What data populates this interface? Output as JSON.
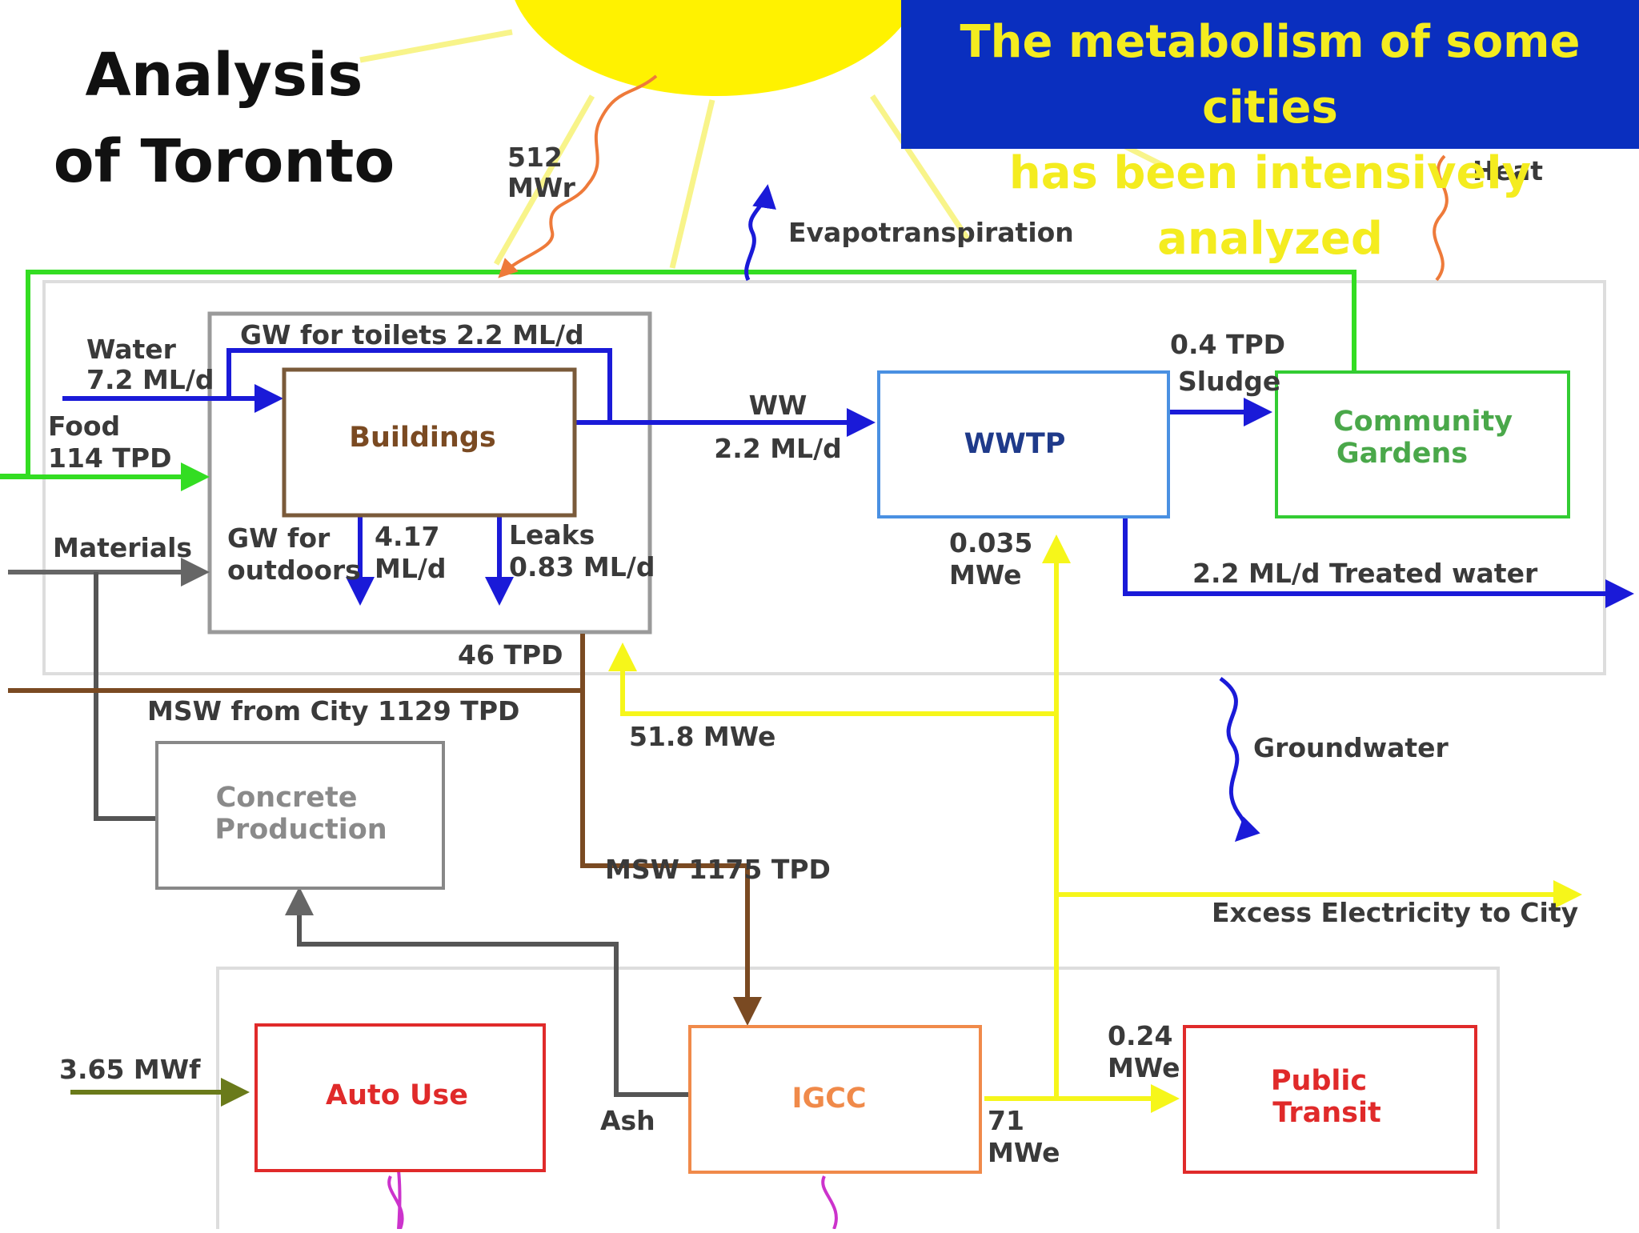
{
  "title": {
    "line1": "Analysis",
    "line2": "of Toronto"
  },
  "banner": {
    "line1": "The metabolism of some cities",
    "line2": "has been intensively analyzed"
  },
  "colors": {
    "banner_bg": "#0a2fbf",
    "banner_text": "#f4ec1f",
    "sun": "#fff200",
    "water_flow": "#1a1ad8",
    "food_flow": "#33dd22",
    "materials_flow": "#666666",
    "msw_flow": "#7a4a22",
    "electricity_flow": "#f6f61a",
    "fuel_flow": "#6a7a1a",
    "heat_flow": "#ee7a3a",
    "buildings_border": "#7a5a3a",
    "wwtp_border": "#4a90e2",
    "gardens_border": "#33cc33",
    "igcc_border": "#f08a4a",
    "transport_border": "#e02a2a"
  },
  "nodes": {
    "buildings": "Buildings",
    "wwtp": "WWTP",
    "gardens_1": "Community",
    "gardens_2": "Gardens",
    "concrete_1": "Concrete",
    "concrete_2": "Production",
    "auto_use": "Auto Use",
    "igcc": "IGCC",
    "transit_1": "Public",
    "transit_2": "Transit"
  },
  "flows": {
    "solar_1": "512",
    "solar_2": "MWr",
    "heat": "Heat",
    "evapotranspiration": "Evapotranspiration",
    "water_1": "Water",
    "water_2": "7.2 ML/d",
    "gw_toilets": "GW for toilets 2.2 ML/d",
    "food_1": "Food",
    "food_2": "114 TPD",
    "materials": "Materials",
    "gw_outdoors_1": "GW for",
    "gw_outdoors_2": "outdoors",
    "gw_outdoors_val_1": "4.17",
    "gw_outdoors_val_2": "ML/d",
    "leaks_1": "Leaks",
    "leaks_2": "0.83 ML/d",
    "ww_1": "WW",
    "ww_2": "2.2 ML/d",
    "sludge_1": "0.4 TPD",
    "sludge_2": "Sludge",
    "wwtp_power_1": "0.035",
    "wwtp_power_2": "MWe",
    "treated_water": "2.2 ML/d Treated water",
    "tpd_46": "46 TPD",
    "msw_city": "MSW from City 1129 TPD",
    "power_51": "51.8 MWe",
    "groundwater": "Groundwater",
    "msw_1175": "MSW 1175 TPD",
    "excess_electricity": "Excess Electricity to City",
    "fuel_1": "3.65 MWf",
    "ash": "Ash",
    "igcc_out_1": "71",
    "igcc_out_2": "MWe",
    "transit_power_1": "0.24",
    "transit_power_2": "MWe"
  }
}
